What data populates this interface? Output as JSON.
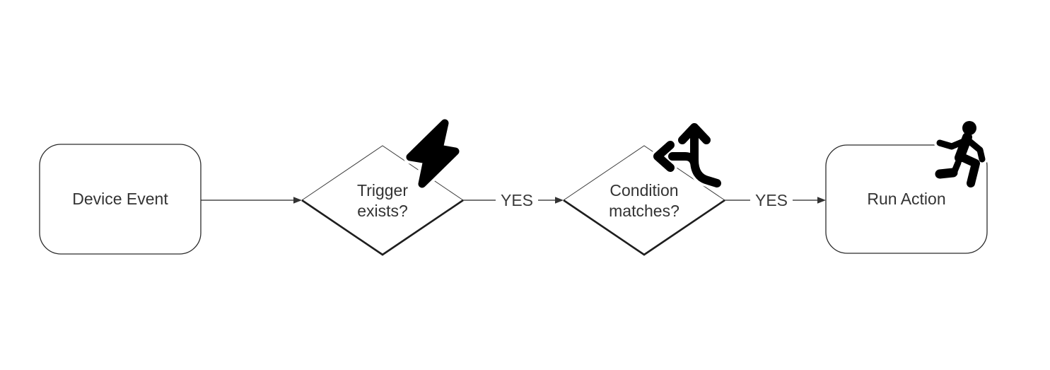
{
  "diagram": {
    "type": "flowchart",
    "orientation": "left-to-right",
    "background_color": "#ffffff",
    "colors": {
      "shape_stroke": "#2b2b2b",
      "diamond_shadow_stroke": "#1e1e1e",
      "connector_line": "#4a4a4a",
      "arrowhead": "#333333",
      "label_text": "#333333",
      "icon_fill": "#000000",
      "icon_halo": "#ffffff"
    },
    "nodes": [
      {
        "id": "device-event",
        "shape": "rounded-rectangle",
        "label": "Device Event",
        "icon": null
      },
      {
        "id": "trigger-exists",
        "shape": "decision-diamond",
        "label_line1": "Trigger",
        "label_line2": "exists?",
        "icon": "lightning-bolt-icon"
      },
      {
        "id": "condition-matches",
        "shape": "decision-diamond",
        "label_line1": "Condition",
        "label_line2": "matches?",
        "icon": "split-directions-icon"
      },
      {
        "id": "run-action",
        "shape": "rounded-rectangle",
        "label": "Run Action",
        "icon": "running-person-icon"
      }
    ],
    "connectors": [
      {
        "from": "device-event",
        "to": "trigger-exists",
        "label": ""
      },
      {
        "from": "trigger-exists",
        "to": "condition-matches",
        "label": "YES"
      },
      {
        "from": "condition-matches",
        "to": "run-action",
        "label": "YES"
      }
    ]
  }
}
